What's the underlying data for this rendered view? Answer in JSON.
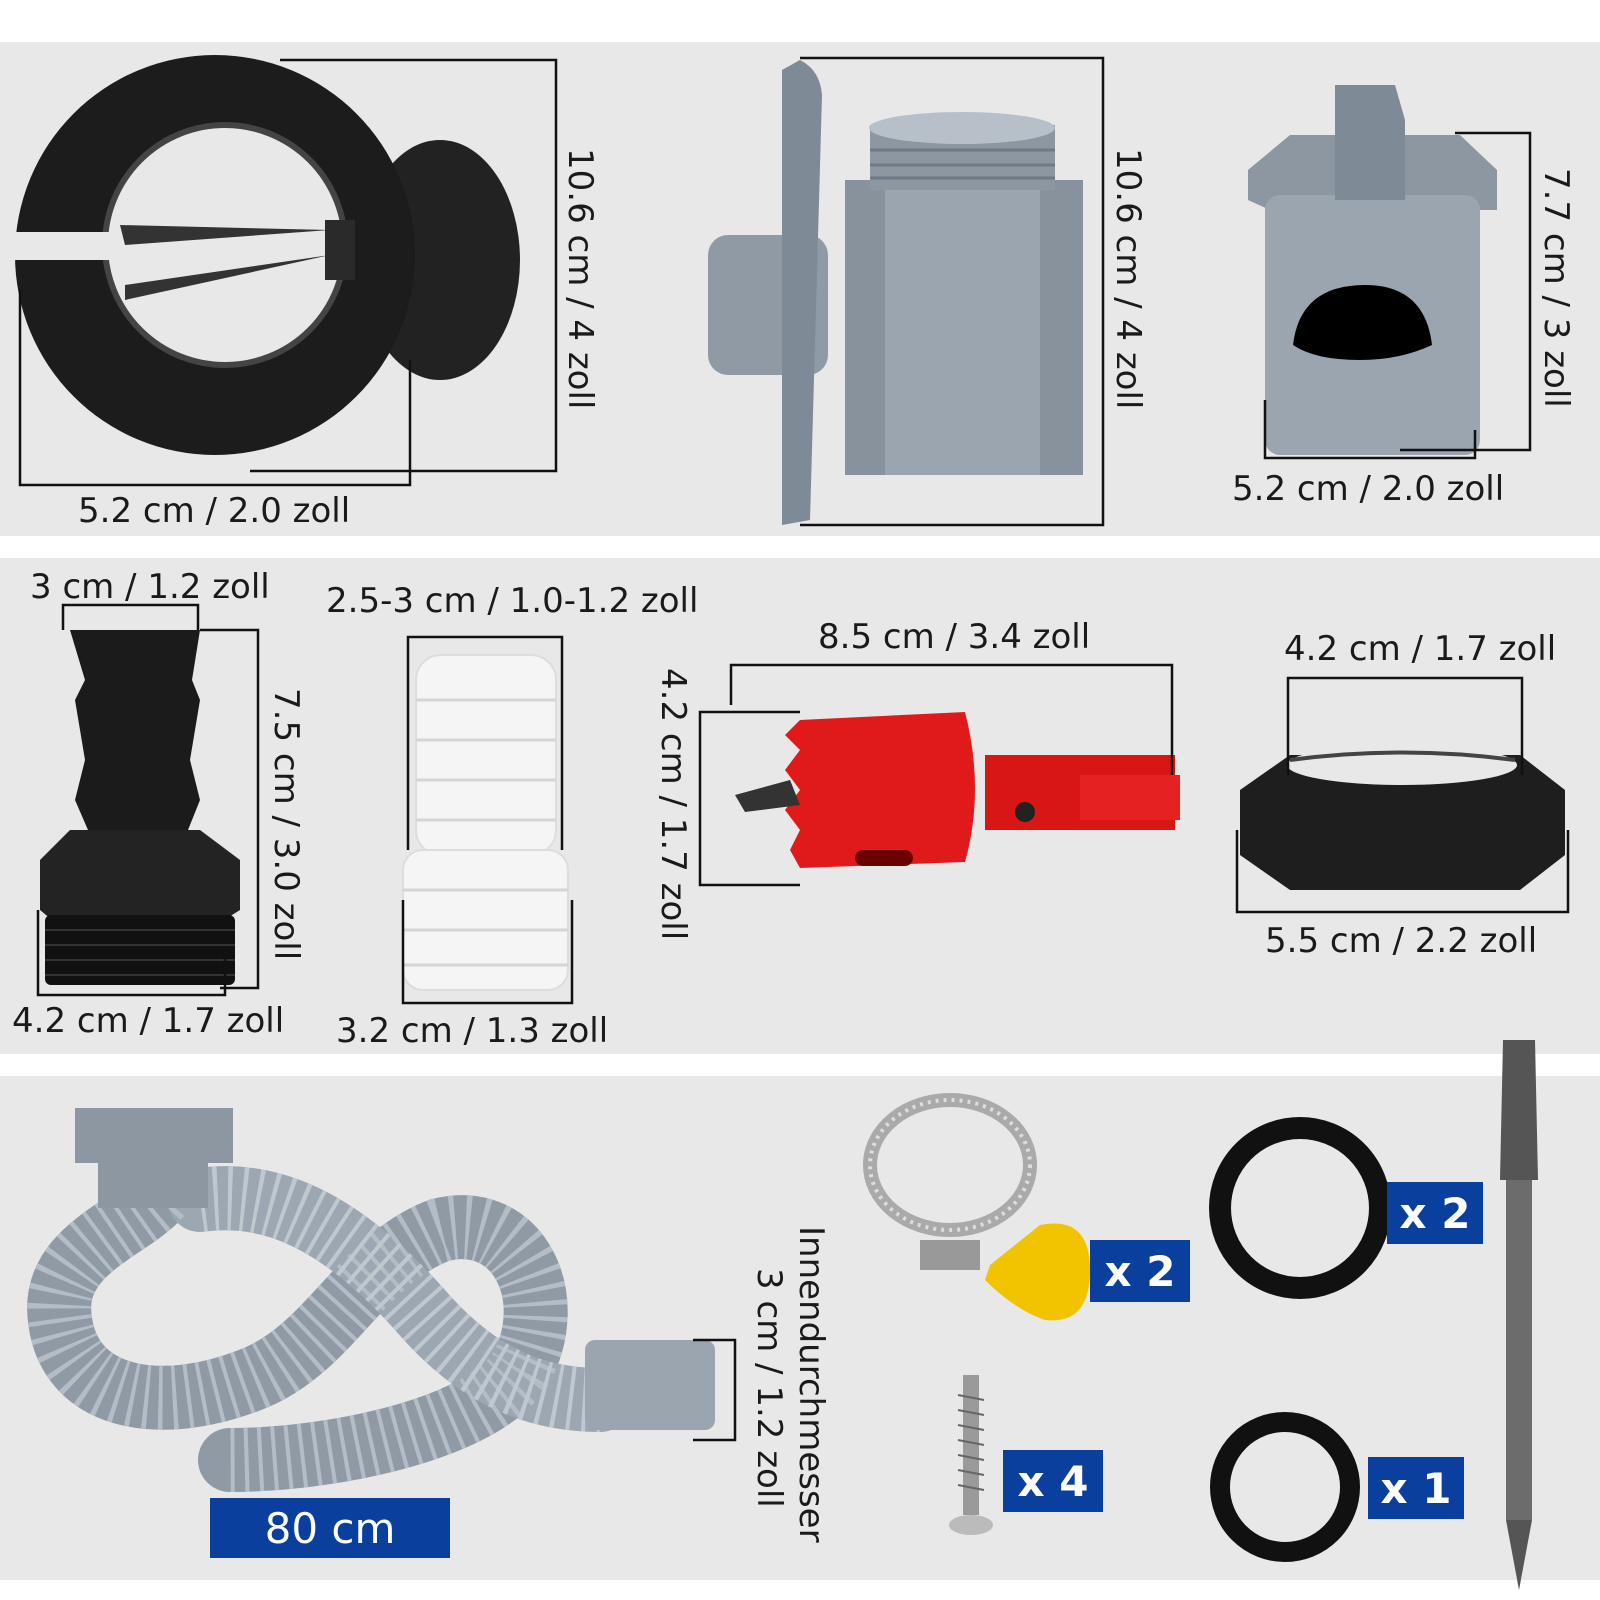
{
  "row1": {
    "strainer": {
      "height": "10.6 cm / 4 zoll",
      "width": "5.2 cm / 2.0 zoll"
    },
    "adapter": {
      "height": "10.6 cm / 4 zoll"
    },
    "cap": {
      "height": "7.7 cm / 3 zoll",
      "width": "5.2 cm / 2.0 zoll"
    }
  },
  "row2": {
    "barb": {
      "top": "3 cm / 1.2 zoll",
      "height": "7.5 cm / 3.0 zoll",
      "bottom": "4.2 cm / 1.7 zoll"
    },
    "coupler": {
      "top": "2.5-3 cm / 1.0-1.2 zoll",
      "bottom": "3.2 cm / 1.3 zoll"
    },
    "holesaw": {
      "length": "8.5 cm / 3.4 zoll",
      "diameter": "4.2 cm / 1.7 zoll"
    },
    "nut": {
      "top": "4.2 cm / 1.7 zoll",
      "bottom": "5.5 cm / 2.2 zoll"
    }
  },
  "row3": {
    "hose_length": "80 cm",
    "inner_label": "Innendurchmesser",
    "inner_value": "3 cm / 1.2 zoll",
    "clamp_qty": "x 2",
    "screw_qty": "x 4",
    "ring_large_qty": "x 2",
    "ring_small_qty": "x 1"
  },
  "colors": {
    "panel": "#e8e8e8",
    "badge": "#0b3f9e",
    "gray_part": "#8f9aa4",
    "red_saw": "#e01a1a"
  }
}
